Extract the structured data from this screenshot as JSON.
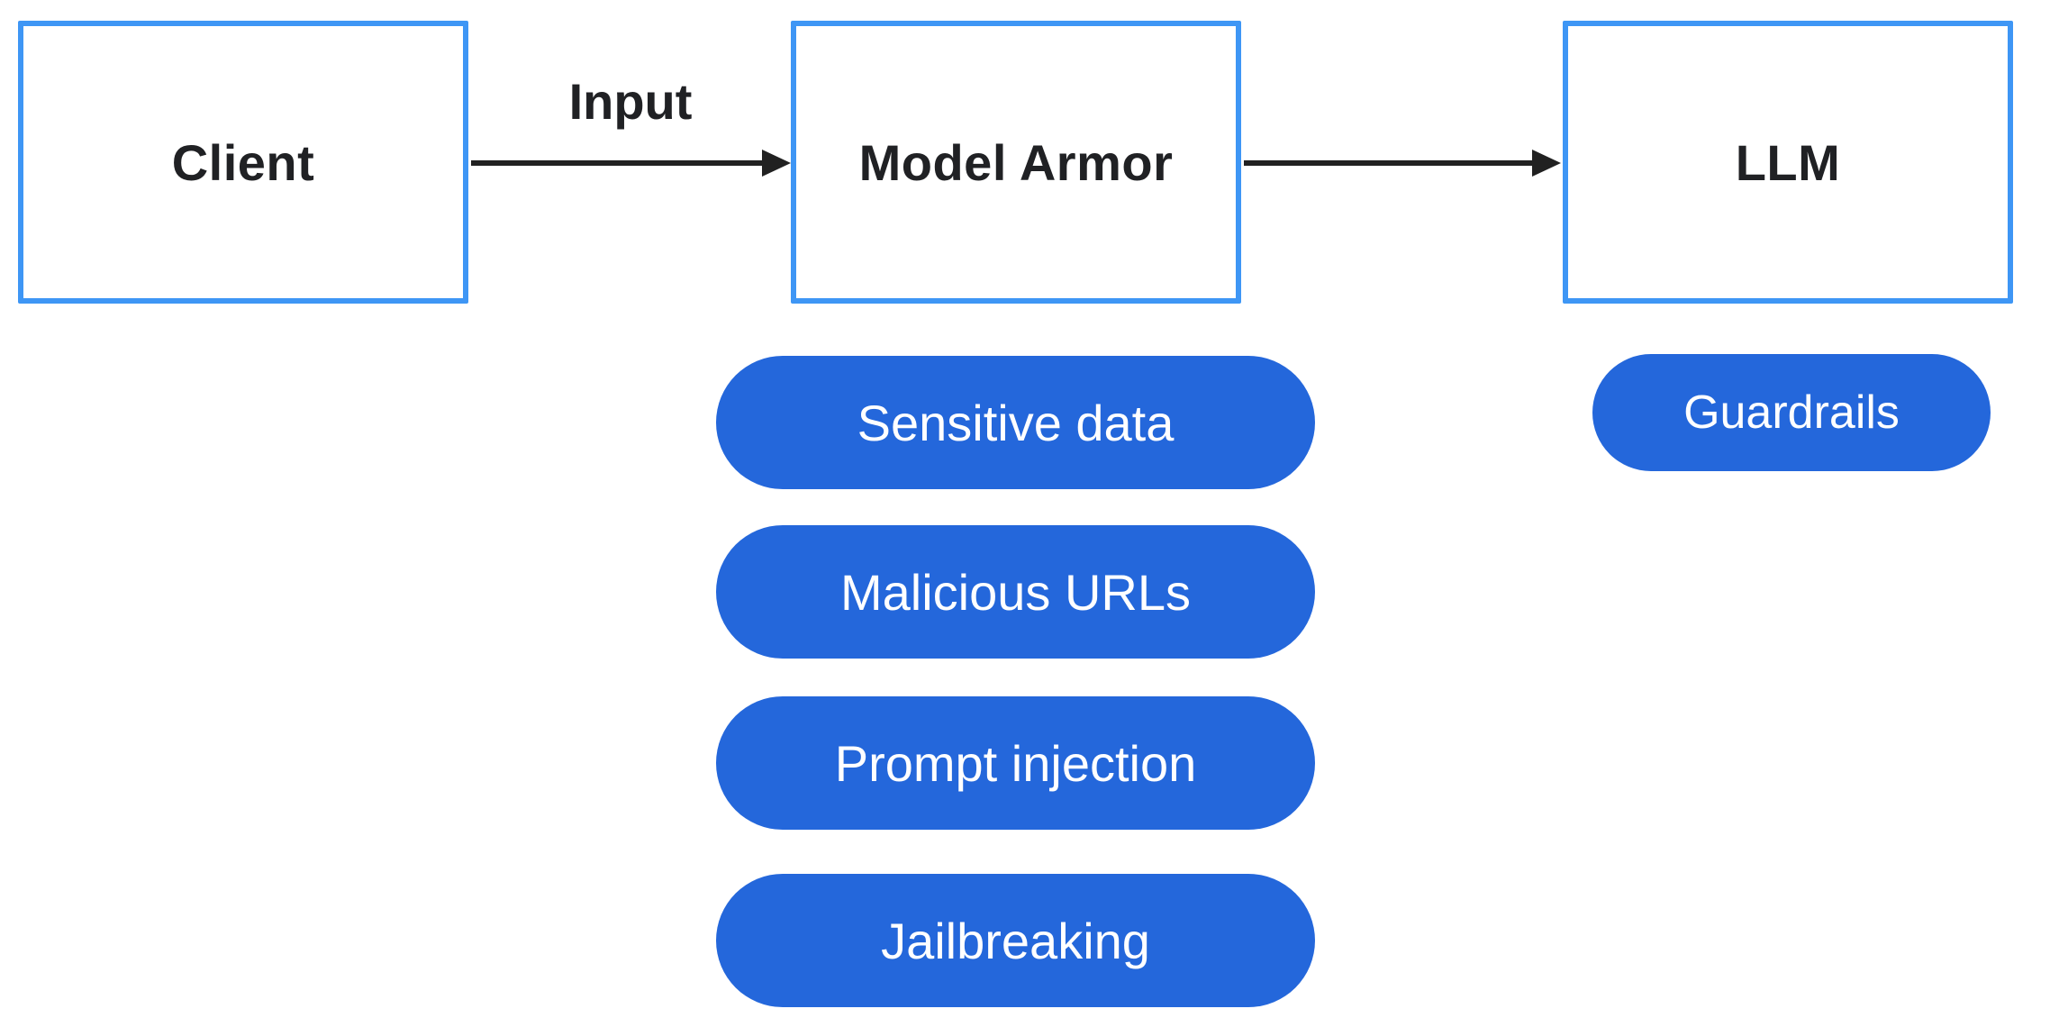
{
  "diagram": {
    "nodes": [
      {
        "id": "client",
        "label": "Client"
      },
      {
        "id": "model_armor",
        "label": "Model Armor"
      },
      {
        "id": "llm",
        "label": "LLM"
      }
    ],
    "edges": [
      {
        "from": "client",
        "to": "model_armor",
        "label": "Input"
      },
      {
        "from": "model_armor",
        "to": "llm",
        "label": ""
      }
    ],
    "model_armor_checks": [
      {
        "label": "Sensitive data"
      },
      {
        "label": "Malicious URLs"
      },
      {
        "label": "Prompt injection"
      },
      {
        "label": "Jailbreaking"
      }
    ],
    "llm_labels": [
      {
        "label": "Guardrails"
      }
    ],
    "colors": {
      "background": "#ffffff",
      "node_border": "#3e96f5",
      "node_fill": "#ffffff",
      "node_text": "#202124",
      "arrow": "#212121",
      "pill_fill": "#2467db",
      "pill_text": "#ffffff"
    }
  }
}
